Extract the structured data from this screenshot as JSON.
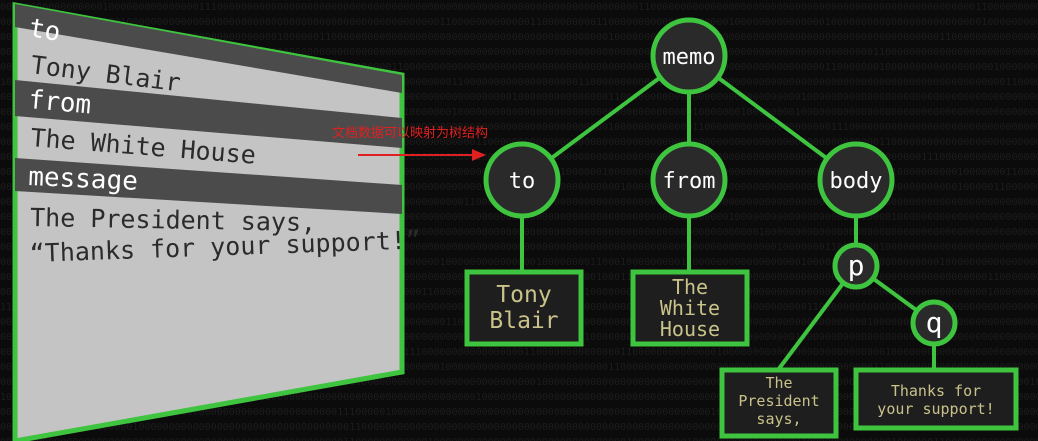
{
  "form": {
    "to_label": "to",
    "to_value": "Tony Blair",
    "from_label": "from",
    "from_value": "The White House",
    "message_label": "message",
    "message_line1": "The President says,",
    "message_line2": "“Thanks for your support!”"
  },
  "annotation": "文档数据可以映射为树结构",
  "tree": {
    "root": "memo",
    "to": "to",
    "from": "from",
    "body": "body",
    "p": "p",
    "q": "q",
    "to_leaf": [
      "Tony",
      "Blair"
    ],
    "from_leaf": [
      "The",
      "White",
      "House"
    ],
    "p_leaf": [
      "The",
      "President",
      "says,"
    ],
    "q_leaf": [
      "Thanks for",
      "your support!"
    ]
  },
  "colors": {
    "accent_green": "#3ec43e",
    "node_fill": "#2a2a2a",
    "leaf_text": "#c9c28a",
    "annotation": "#e02020"
  }
}
